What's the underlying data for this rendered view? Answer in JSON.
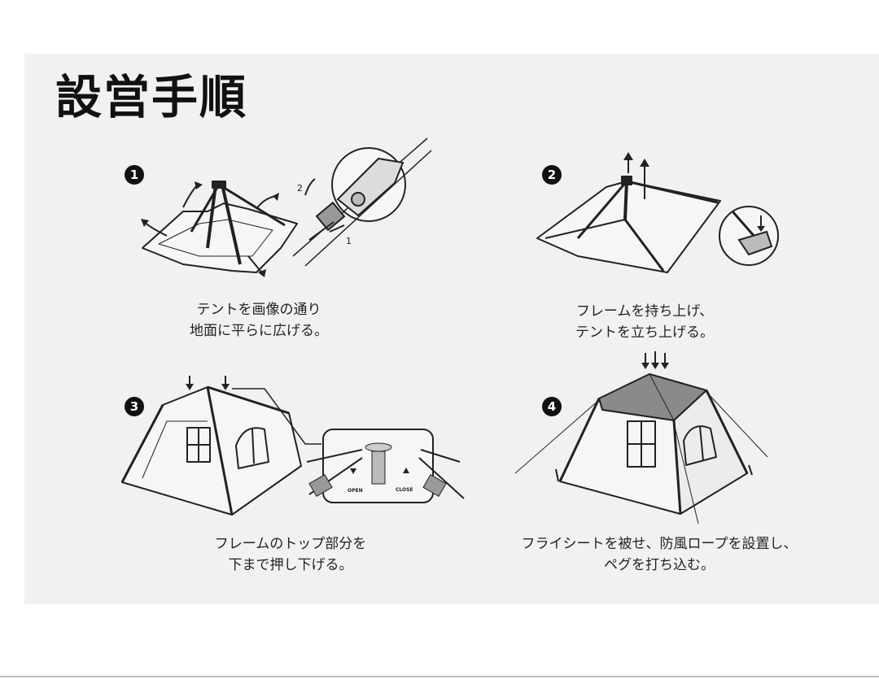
{
  "title": "設営手順",
  "steps": [
    {
      "number": "1",
      "caption": [
        "テントを画像の通り",
        "地面に平らに広げる。"
      ],
      "illustration_labels": [
        "2",
        "1"
      ]
    },
    {
      "number": "2",
      "caption": [
        "フレームを持ち上げ、",
        "テントを立ち上げる。"
      ],
      "illustration_labels": []
    },
    {
      "number": "3",
      "caption": [
        "フレームのトップ部分を",
        "下まで押し下げる。"
      ],
      "illustration_labels": [
        "OPEN",
        "CLOSE"
      ]
    },
    {
      "number": "4",
      "caption": [
        "フライシートを被せ、防風ロープを設置し、",
        "ペグを打ち込む。"
      ],
      "illustration_labels": []
    }
  ],
  "icons": [
    "arrow-up-icon",
    "arrow-down-icon",
    "zoom-detail-icon"
  ],
  "colors": {
    "panel": "#f1f1f1",
    "ink": "#111111",
    "roof": "#8a8a8a"
  }
}
